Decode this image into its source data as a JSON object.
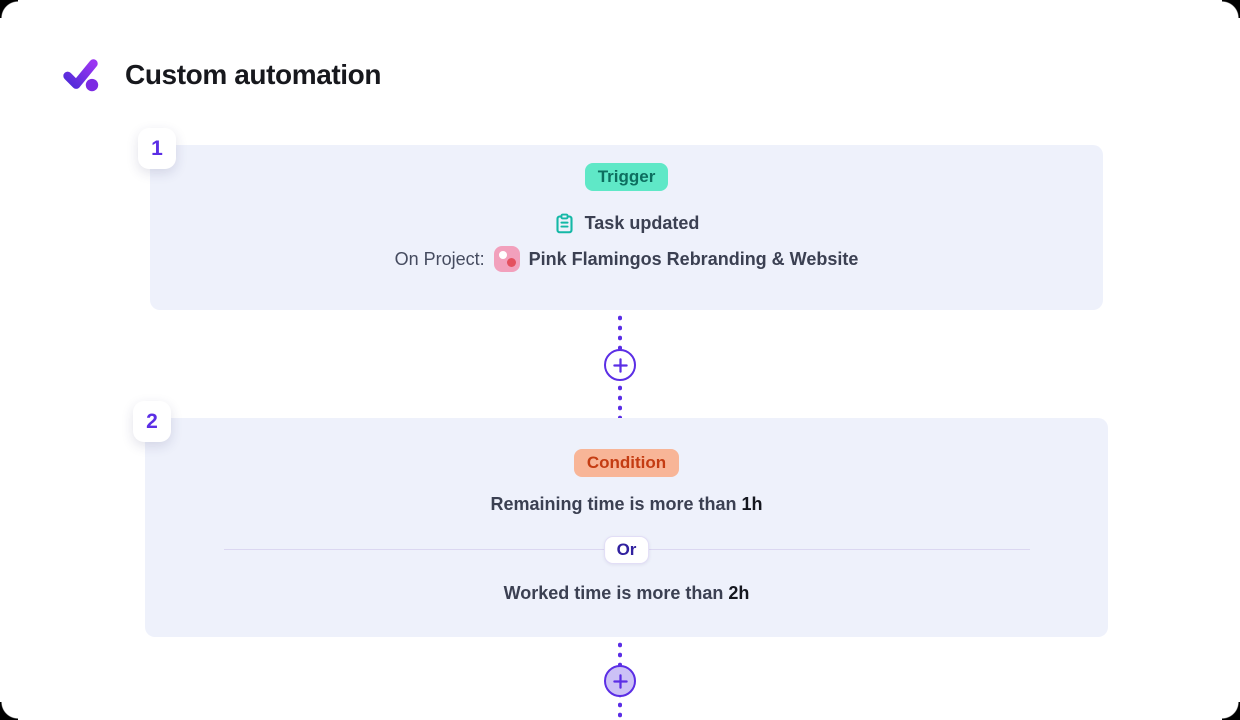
{
  "page": {
    "title": "Custom automation"
  },
  "icons": {
    "logo": "checkmark-logo",
    "trigger_event": "clipboard-icon",
    "project": "project-avatar-icon",
    "add": "plus-icon"
  },
  "colors": {
    "accent_purple": "#5b2ee5",
    "card_bg": "#eef1fb",
    "trigger_badge_bg": "#5fe8c7",
    "trigger_badge_text": "#0d6e5f",
    "condition_badge_bg": "#f8b597",
    "condition_badge_text": "#c43c12",
    "project_icon_pink": "#f2a0bc",
    "or_text": "#31219f",
    "divider": "#dbd7f1"
  },
  "steps": [
    {
      "number": "1",
      "badge": "Trigger",
      "event": "Task updated",
      "project_prefix": "On Project:",
      "project_name": "Pink Flamingos Rebranding & Website"
    },
    {
      "number": "2",
      "badge": "Condition",
      "operator": "Or",
      "conditions": [
        {
          "text": "Remaining time is more than",
          "value": "1h"
        },
        {
          "text": "Worked time is more than",
          "value": "2h"
        }
      ]
    }
  ]
}
